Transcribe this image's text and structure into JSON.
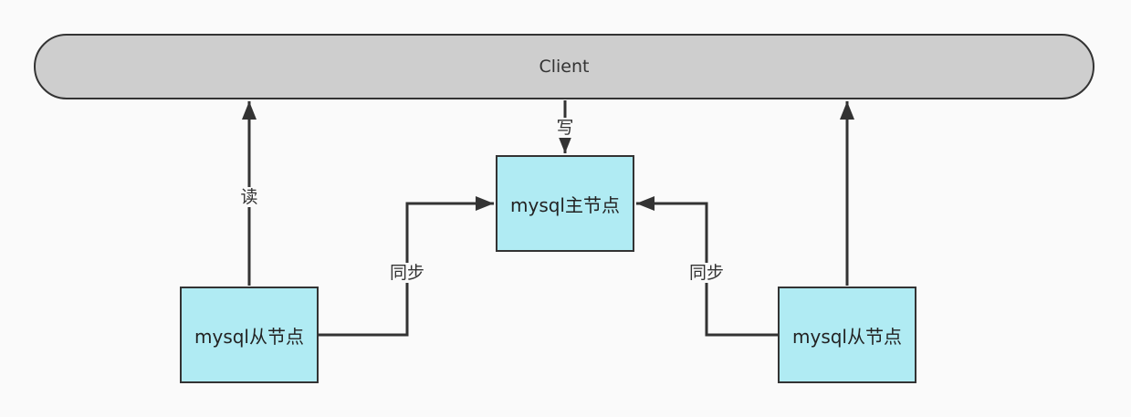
{
  "client": {
    "label": "Client"
  },
  "nodes": {
    "master": "mysql主节点",
    "slave_left": "mysql从节点",
    "slave_right": "mysql从节点"
  },
  "edges": {
    "write": "写",
    "read": "读",
    "sync_left": "同步",
    "sync_right": "同步"
  },
  "colors": {
    "client_fill": "#cecece",
    "node_fill": "#b0ebf3",
    "stroke": "#333333",
    "background": "#fafafa"
  }
}
